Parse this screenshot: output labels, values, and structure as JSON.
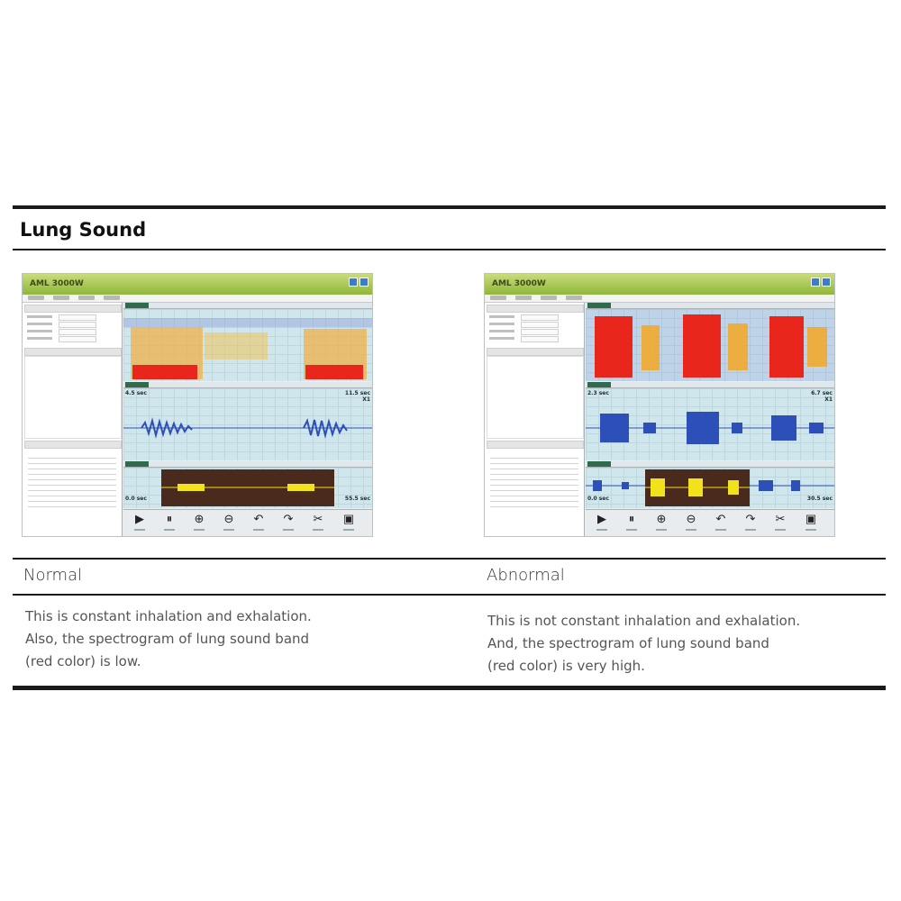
{
  "title": "Lung Sound",
  "panels": [
    {
      "app_title": "AML 3000W",
      "time_start": "4.5 sec",
      "time_end": "11.5 sec",
      "zoom": "X1",
      "nav_start": "0.0 sec",
      "nav_end": "55.5 sec",
      "label": "Normal",
      "description": [
        "This is constant inhalation and exhalation.",
        "Also, the spectrogram of lung sound band",
        "(red color) is low."
      ]
    },
    {
      "app_title": "AML 3000W",
      "time_start": "2.3 sec",
      "time_end": "6.7 sec",
      "zoom": "X1",
      "nav_start": "0.0 sec",
      "nav_end": "30.5 sec",
      "label": "Abnormal",
      "description": [
        "This is not constant inhalation and exhalation.",
        "And, the spectrogram of lung sound band",
        "(red color) is very high."
      ]
    }
  ],
  "icons": [
    "play-icon",
    "pause-icon",
    "zoom-in-icon",
    "zoom-out-icon",
    "undo-icon",
    "redo-icon",
    "cut-icon",
    "save-icon"
  ],
  "colors": {
    "titlebar": "#8fb63a",
    "spectrogram_high": "#e8261b",
    "spectrogram_mid": "#f5a623",
    "waveform": "#2c4fb8",
    "navigator_highlight": "#f2e21b"
  }
}
